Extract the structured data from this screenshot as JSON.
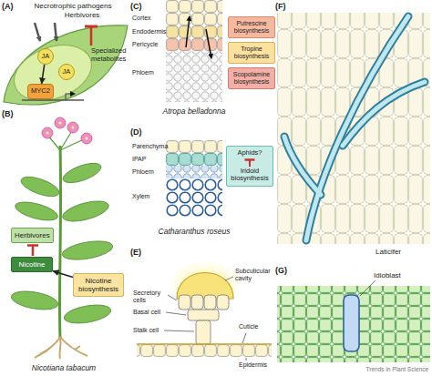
{
  "diagram": {
    "nodes": [
      {
        "text": [
          "JA"
        ]
      },
      {
        "text": [
          "JA"
        ]
      },
      {
        "text": [
          "MYC2"
        ]
      },
      {
        "text": [
          "Herbivores"
        ]
      },
      {
        "text": [
          "Nicotine"
        ]
      },
      {
        "text": [
          "Nicotine biosynthesis"
        ]
      },
      {
        "text": [
          "Putrescine biosynthesis"
        ]
      },
      {
        "text": [
          "Tropine biosynthesis"
        ]
      },
      {
        "text": [
          "Scopolamine biosynthesis"
        ]
      },
      {
        "text": [
          "Aphids?",
          "Iridoid biosynthesis"
        ]
      }
    ],
    "edges": [
      {
        "from": 0,
        "to": 2,
        "arrow": "to"
      },
      {
        "from": 5,
        "to": 4,
        "arrow": "to"
      }
    ],
    "labels": [
      "(A)",
      "Necrotrophic pathogens",
      "Herbivores",
      "Specialized metabolites",
      "(B)",
      "Nicotiana tabacum",
      "(C)",
      "Cortex",
      "Endodermis",
      "Pericycle",
      "Phloem",
      "Atropa belladonna",
      "(D)",
      "Parenchyma",
      "IPAP",
      "Phloem",
      "Xylem",
      "Catharanthus roseus",
      "(E)",
      "Subcuticular cavity",
      "Secretory cells",
      "Basal cell",
      "Stalk cell",
      "Cuticle",
      "Epidermis",
      "(F)",
      "Laticifer",
      "(G)",
      "Idioblast",
      "Trends in Plant Science"
    ]
  }
}
